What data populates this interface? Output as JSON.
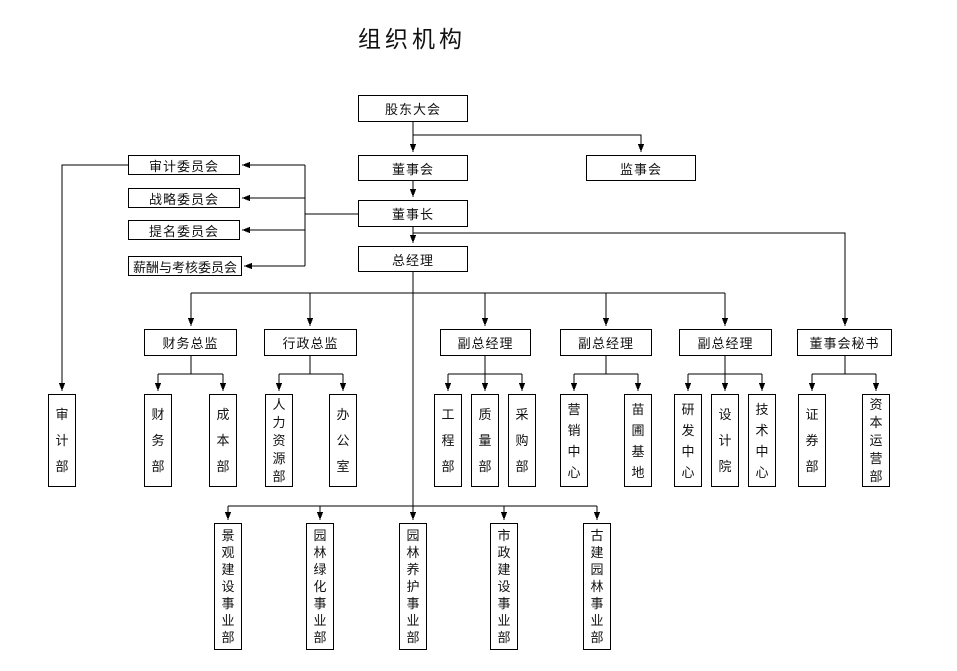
{
  "title": "组织机构",
  "colors": {
    "line": "#000000",
    "box_border": "#000000",
    "text": "#111111",
    "background": "#ffffff"
  },
  "chart": {
    "top": {
      "shareholders": "股东大会",
      "board": "董事会",
      "supervisory": "监事会",
      "chairman": "董事长",
      "general_manager": "总经理"
    },
    "committees": [
      "审计委员会",
      "战略委员会",
      "提名委员会",
      "薪酬与考核委员会"
    ],
    "managers": [
      "财务总监",
      "行政总监",
      "副总经理",
      "副总经理",
      "副总经理",
      "董事会秘书"
    ],
    "departments": [
      "审计部",
      "财务部",
      "成本部",
      "人力资源部",
      "办公室",
      "工程部",
      "质量部",
      "采购部",
      "营销中心",
      "苗圃基地",
      "研发中心",
      "设计院",
      "技术中心",
      "证券部",
      "资本运营部"
    ],
    "divisions": [
      "景观建设事业部",
      "园林绿化事业部",
      "园林养护事业部",
      "市政建设事业部",
      "古建园林事业部"
    ]
  }
}
